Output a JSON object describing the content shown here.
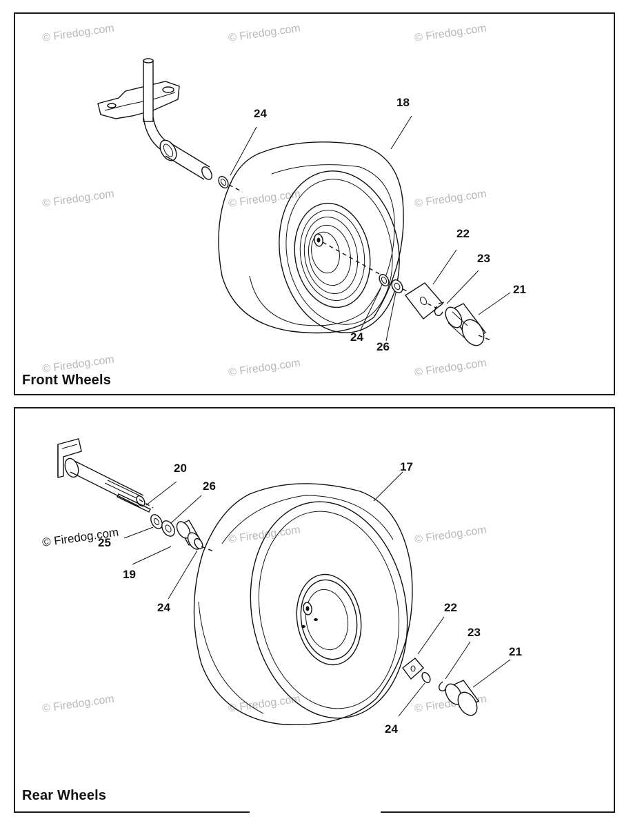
{
  "watermark": "© Firedog.com",
  "front": {
    "title": "Front Wheels",
    "callouts": {
      "tire": "18",
      "washer_inner": "24",
      "hub_cap_plate": "22",
      "clip": "23",
      "cap": "21",
      "washer_outer": "24",
      "spacer": "26"
    }
  },
  "rear": {
    "title": "Rear Wheels",
    "callouts": {
      "axle_key": "20",
      "spacer": "26",
      "washer_a": "25",
      "bushing": "19",
      "washer_b": "24",
      "tire": "17",
      "hub_cap_plate": "22",
      "clip": "23",
      "cap": "21",
      "washer_outer": "24"
    }
  }
}
